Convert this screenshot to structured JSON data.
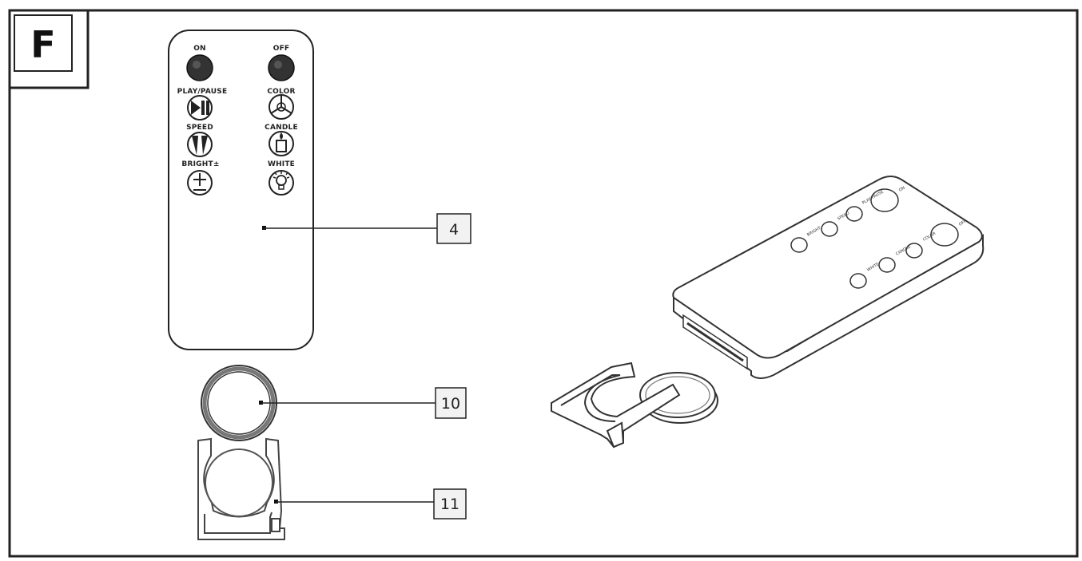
{
  "figure": {
    "letter": "F"
  },
  "remote_front": {
    "buttons": [
      {
        "label": "ON",
        "icon": "power-on-icon"
      },
      {
        "label": "OFF",
        "icon": "power-off-icon"
      },
      {
        "label": "PLAY/PAUSE",
        "icon": "play-pause-icon"
      },
      {
        "label": "COLOR",
        "icon": "color-wheel-icon"
      },
      {
        "label": "SPEED",
        "icon": "speed-icon"
      },
      {
        "label": "CANDLE",
        "icon": "candle-icon"
      },
      {
        "label": "BRIGHT±",
        "icon": "brightness-plus-minus-icon"
      },
      {
        "label": "WHITE",
        "icon": "white-bulb-icon"
      }
    ]
  },
  "callouts": [
    {
      "number": "4",
      "part": "remote-control"
    },
    {
      "number": "10",
      "part": "button-cell-battery"
    },
    {
      "number": "11",
      "part": "battery-holder"
    }
  ],
  "iso_labels": [
    "ON",
    "OFF",
    "PLAY/PAUSE",
    "COLOR",
    "SPEED",
    "CANDLE",
    "BRIGHT",
    "WHITE"
  ],
  "colors": {
    "line": "#222222",
    "callout_fill": "#f2f2f2"
  }
}
